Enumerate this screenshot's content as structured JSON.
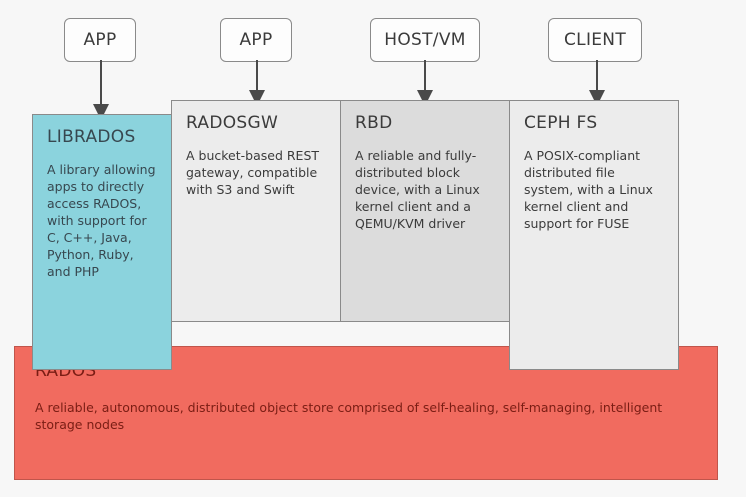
{
  "diagram": {
    "background_color": "#f7f7f7",
    "top_labels": [
      {
        "id": "app-left",
        "text": "APP"
      },
      {
        "id": "app-mid",
        "text": "APP"
      },
      {
        "id": "host-vm",
        "text": "HOST/VM"
      },
      {
        "id": "client",
        "text": "CLIENT"
      }
    ],
    "blocks": [
      {
        "id": "librados",
        "title": "LIBRADOS",
        "description": "A library allowing apps to directly access RADOS, with support for C, C++, Java, Python, Ruby, and PHP",
        "color": "#8bd3dd"
      },
      {
        "id": "radosgw",
        "title": "RADOSGW",
        "description": "A bucket-based REST gateway, compatible with S3 and Swift",
        "color": "#ececec"
      },
      {
        "id": "rbd",
        "title": "RBD",
        "description": "A reliable and fully-distributed block device, with a Linux kernel client and a QEMU/KVM driver",
        "color": "#dcdcdc"
      },
      {
        "id": "cephfs",
        "title": "CEPH FS",
        "description": "A POSIX-compliant distributed file system, with a Linux kernel client and support for FUSE",
        "color": "#ececec"
      },
      {
        "id": "rados",
        "title": "RADOS",
        "description": "A reliable, autonomous, distributed object store comprised of self-healing, self-managing, intelligent storage nodes",
        "color": "#f16b5f"
      }
    ],
    "arrows": [
      {
        "id": "arrow-app-left",
        "from": "app-left",
        "to": "librados"
      },
      {
        "id": "arrow-app-mid",
        "from": "app-mid",
        "to": "radosgw"
      },
      {
        "id": "arrow-host-vm",
        "from": "host-vm",
        "to": "rbd"
      },
      {
        "id": "arrow-client",
        "from": "client",
        "to": "cephfs"
      }
    ]
  }
}
